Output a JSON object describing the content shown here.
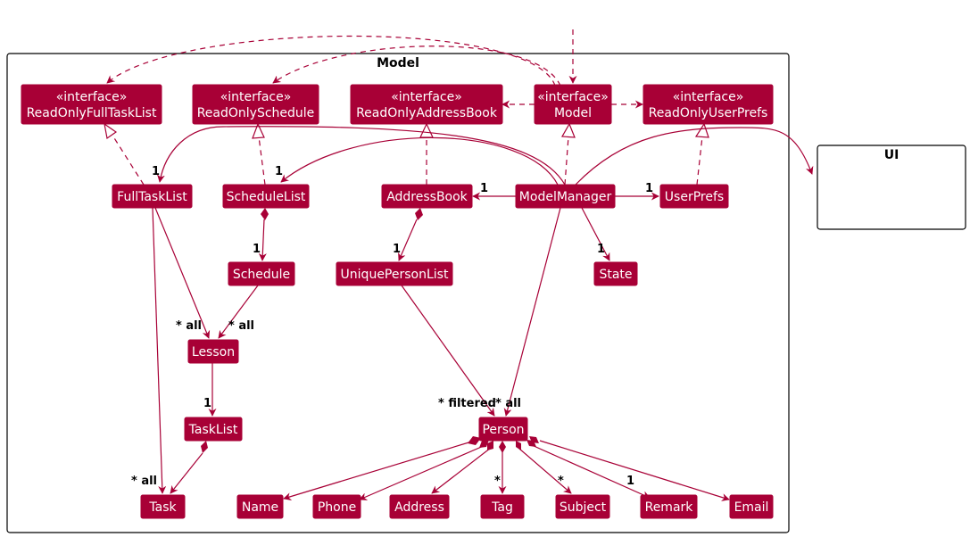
{
  "package": {
    "title": "Model"
  },
  "external": {
    "ui": "UI"
  },
  "colors": {
    "class_fill": "#A80036",
    "class_text": "#ffffff",
    "edge": "#A80036"
  },
  "interfaces": [
    {
      "id": "i_fulltask",
      "stereotype": "«interface»",
      "name": "ReadOnlyFullTaskList"
    },
    {
      "id": "i_schedule",
      "stereotype": "«interface»",
      "name": "ReadOnlySchedule"
    },
    {
      "id": "i_address",
      "stereotype": "«interface»",
      "name": "ReadOnlyAddressBook"
    },
    {
      "id": "i_model",
      "stereotype": "«interface»",
      "name": "Model"
    },
    {
      "id": "i_prefs",
      "stereotype": "«interface»",
      "name": "ReadOnlyUserPrefs"
    }
  ],
  "classes": [
    {
      "id": "FullTaskList",
      "name": "FullTaskList"
    },
    {
      "id": "ScheduleList",
      "name": "ScheduleList"
    },
    {
      "id": "AddressBook",
      "name": "AddressBook"
    },
    {
      "id": "ModelManager",
      "name": "ModelManager"
    },
    {
      "id": "UserPrefs",
      "name": "UserPrefs"
    },
    {
      "id": "Schedule",
      "name": "Schedule"
    },
    {
      "id": "UniquePersonList",
      "name": "UniquePersonList"
    },
    {
      "id": "State",
      "name": "State"
    },
    {
      "id": "Lesson",
      "name": "Lesson"
    },
    {
      "id": "TaskList",
      "name": "TaskList"
    },
    {
      "id": "Person",
      "name": "Person"
    },
    {
      "id": "Task",
      "name": "Task"
    },
    {
      "id": "Name",
      "name": "Name"
    },
    {
      "id": "Phone",
      "name": "Phone"
    },
    {
      "id": "Address",
      "name": "Address"
    },
    {
      "id": "Tag",
      "name": "Tag"
    },
    {
      "id": "Subject",
      "name": "Subject"
    },
    {
      "id": "Remark",
      "name": "Remark"
    },
    {
      "id": "Email",
      "name": "Email"
    }
  ],
  "multiplicities": {
    "fulltasklist_one": "1",
    "schedulelist_one": "1",
    "addressbook_one": "1",
    "userprefs_one": "1",
    "schedule_one": "1",
    "uniquepersonlist_one": "1",
    "state_one": "1",
    "lesson_all_left": "* all",
    "lesson_all_right": "* all",
    "tasklist_one": "1",
    "task_all": "* all",
    "person_filtered": "* filtered",
    "person_all": "* all",
    "tag_many": "*",
    "subject_many": "*",
    "remark_one": "1"
  }
}
